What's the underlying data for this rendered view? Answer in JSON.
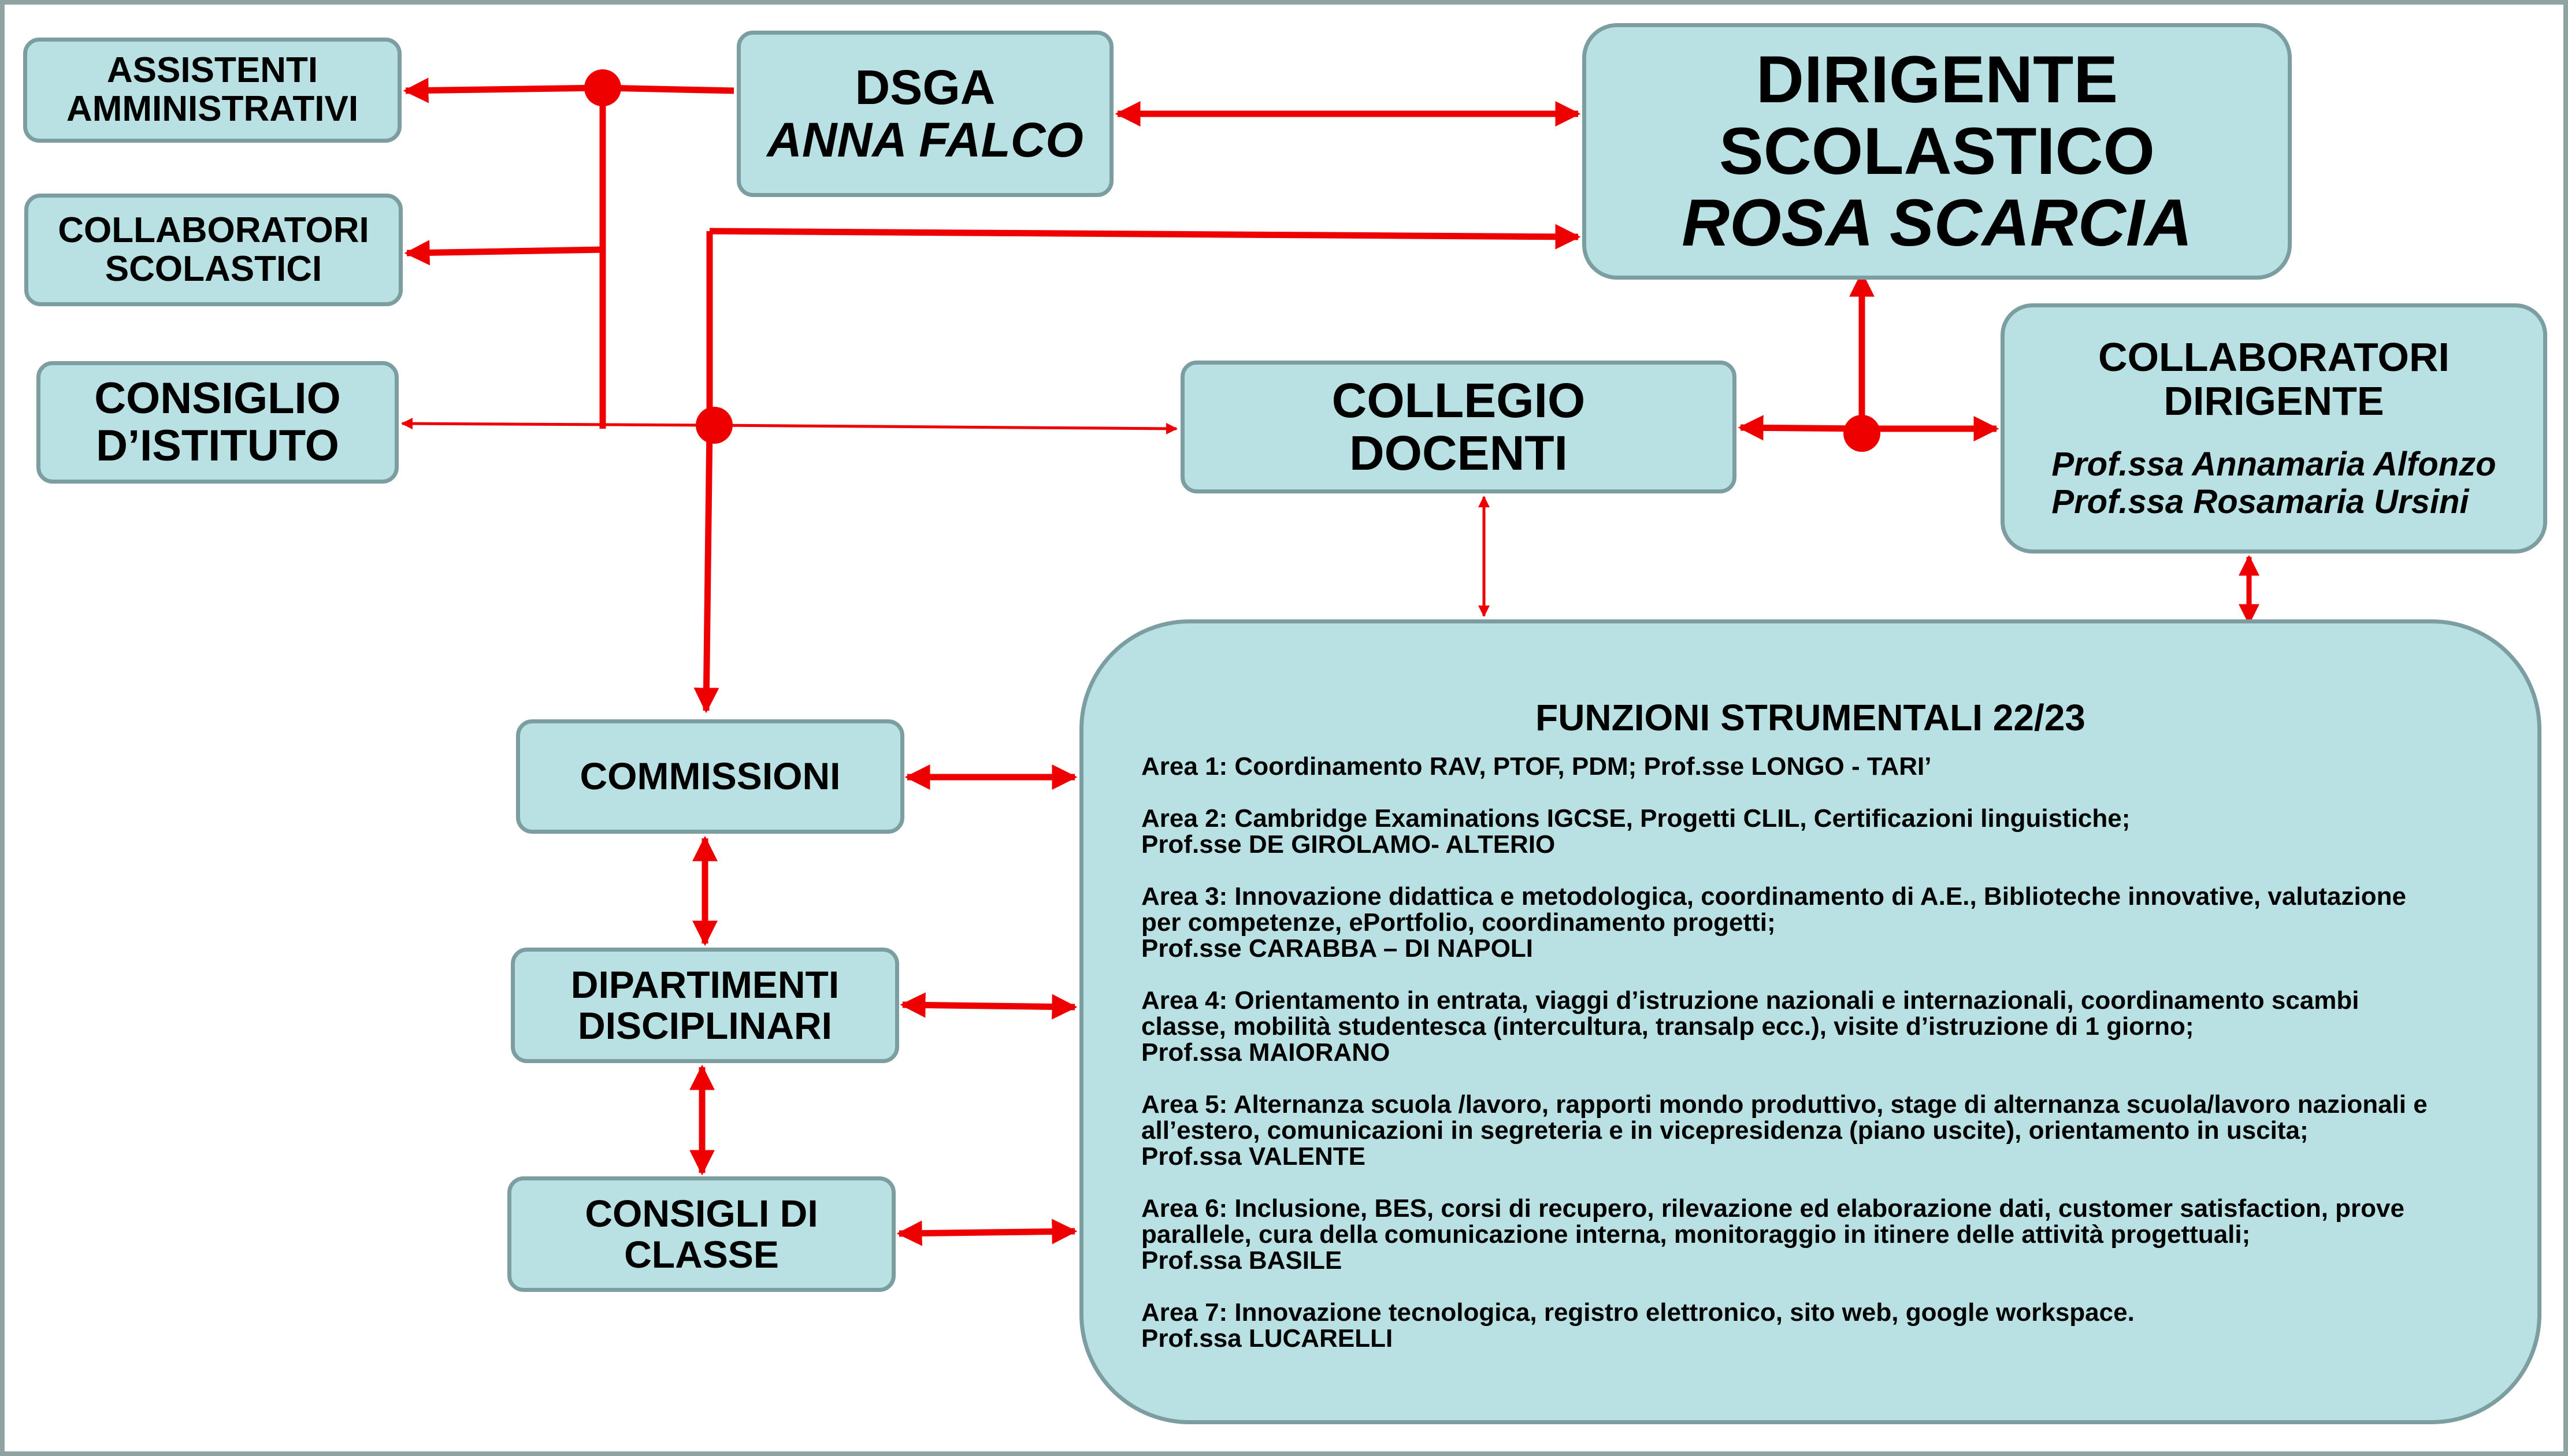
{
  "nodes": {
    "assistenti": [
      "ASSISTENTI",
      "AMMINISTRATIVI"
    ],
    "collaboratori_scolastici": [
      "COLLABORATORI",
      "SCOLASTICI"
    ],
    "consiglio_istituto": [
      "CONSIGLIO",
      "D’ISTITUTO"
    ],
    "dsga": {
      "role": "DSGA",
      "name": "ANNA FALCO"
    },
    "dirigente": {
      "role": [
        "DIRIGENTE",
        "SCOLASTICO"
      ],
      "name": "ROSA SCARCIA"
    },
    "collegio_docenti": [
      "COLLEGIO",
      "DOCENTI"
    ],
    "collaboratori_dirigente": {
      "title": [
        "COLLABORATORI",
        "DIRIGENTE"
      ],
      "names": [
        "Prof.ssa Annamaria Alfonzo",
        "Prof.ssa Rosamaria Ursini"
      ]
    },
    "commissioni": "COMMISSIONI",
    "dipartimenti": [
      "DIPARTIMENTI",
      "DISCIPLINARI"
    ],
    "consigli_classe": [
      "CONSIGLI DI",
      "CLASSE"
    ]
  },
  "funzioni": {
    "title": "FUNZIONI STRUMENTALI 22/23",
    "areas": [
      {
        "lines": [
          "Area 1: Coordinamento RAV, PTOF, PDM; Prof.sse LONGO - TARI’"
        ]
      },
      {
        "lines": [
          "Area 2: Cambridge Examinations IGCSE, Progetti CLIL, Certificazioni linguistiche;",
          "Prof.sse DE GIROLAMO- ALTERIO"
        ]
      },
      {
        "lines": [
          "Area 3: Innovazione didattica e metodologica, coordinamento di A.E., Biblioteche innovative, valutazione",
          "per competenze, ePortfolio, coordinamento progetti;",
          "Prof.sse CARABBA – DI NAPOLI"
        ]
      },
      {
        "lines": [
          "Area 4: Orientamento in entrata, viaggi d’istruzione nazionali e internazionali, coordinamento scambi",
          "classe, mobilità studentesca (intercultura, transalp ecc.), visite d’istruzione di 1 giorno;",
          "Prof.ssa MAIORANO"
        ]
      },
      {
        "lines": [
          "Area 5: Alternanza scuola /lavoro, rapporti mondo produttivo, stage di alternanza scuola/lavoro nazionali e",
          "all’estero, comunicazioni in segreteria e in vicepresidenza (piano uscite), orientamento in uscita;",
          "Prof.ssa VALENTE"
        ]
      },
      {
        "lines": [
          "Area 6: Inclusione, BES, corsi di recupero, rilevazione ed elaborazione dati, customer satisfaction, prove",
          "parallele, cura della comunicazione interna, monitoraggio in itinere delle attività progettuali;",
          "Prof.ssa BASILE"
        ]
      },
      {
        "lines": [
          "Area 7: Innovazione tecnologica, registro elettronico, sito web, google workspace.",
          "Prof.ssa LUCARELLI"
        ]
      }
    ]
  },
  "colors": {
    "box_fill": "#b9e0e3",
    "box_border": "#7d9ea0",
    "connector": "#ee0000"
  }
}
